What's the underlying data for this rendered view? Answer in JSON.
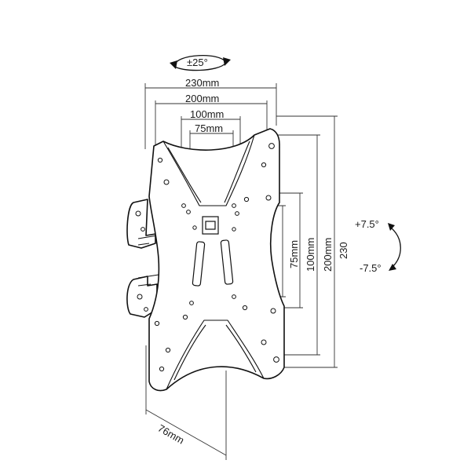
{
  "labels": {
    "rotation": "±25°",
    "width_230": "230mm",
    "width_200": "200mm",
    "width_100": "100mm",
    "width_75": "75mm",
    "height_75": "75mm",
    "height_100": "100mm",
    "height_200": "200mm",
    "height_230": "230",
    "tilt_up": "+7.5°",
    "tilt_down": "-7.5°",
    "depth": "76mm"
  },
  "icons": {
    "rotation": "rotate-arrow-icon",
    "tilt": "tilt-arrow-icon"
  },
  "colors": {
    "line": "#111111",
    "background": "#ffffff"
  }
}
